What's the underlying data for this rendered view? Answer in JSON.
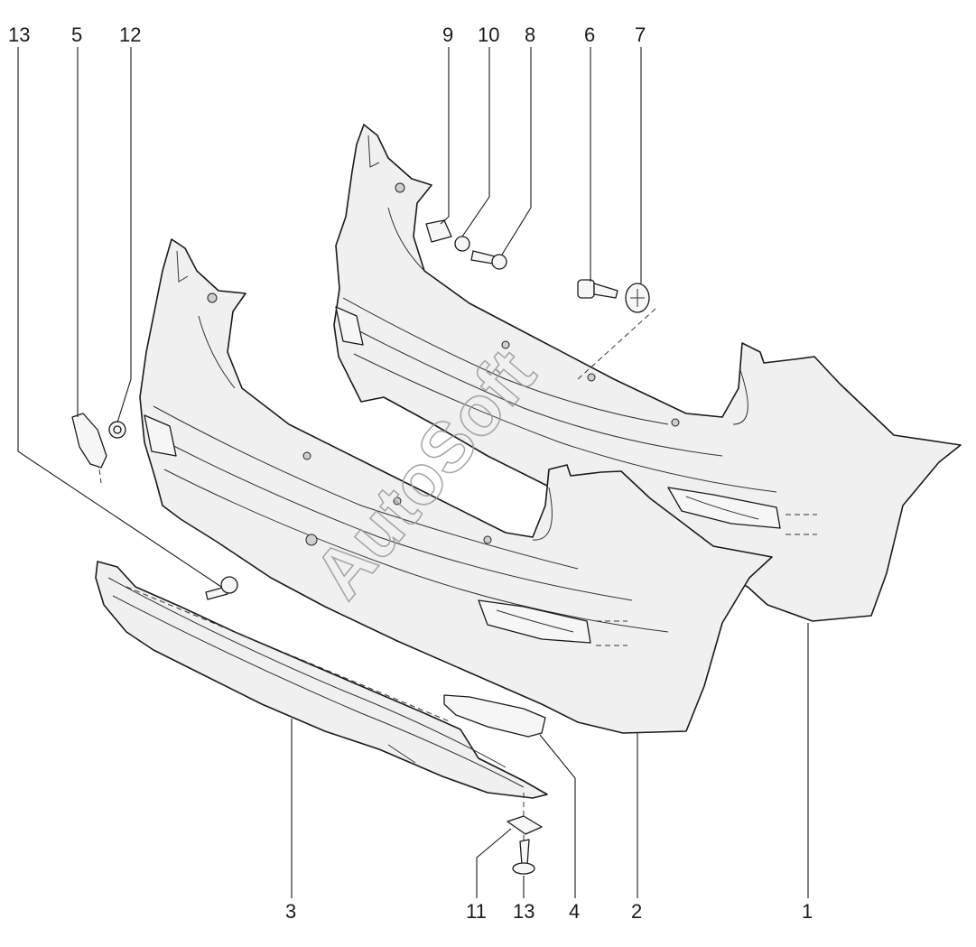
{
  "watermark": "AutoSoft",
  "callouts": {
    "c13a": "13",
    "c5": "5",
    "c12": "12",
    "c9": "9",
    "c10": "10",
    "c8": "8",
    "c6": "6",
    "c7": "7",
    "c3": "3",
    "c11": "11",
    "c13b": "13",
    "c4": "4",
    "c2": "2",
    "c1": "1"
  }
}
